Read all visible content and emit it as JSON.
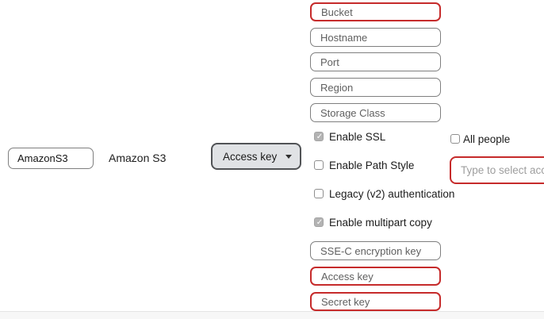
{
  "profile": {
    "id_value": "AmazonS3",
    "name_label": "Amazon S3"
  },
  "auth": {
    "selected": "Access key"
  },
  "connection_fields": {
    "bucket": "Bucket",
    "hostname": "Hostname",
    "port": "Port",
    "region": "Region",
    "storage_class": "Storage Class"
  },
  "options": {
    "enable_ssl": {
      "label": "Enable SSL",
      "checked": true
    },
    "enable_path_style": {
      "label": "Enable Path Style",
      "checked": false
    },
    "legacy_v2_auth": {
      "label": "Legacy (v2) authentication",
      "checked": false
    },
    "enable_multipart_copy": {
      "label": "Enable multipart copy",
      "checked": true
    }
  },
  "credential_fields": {
    "sse_c_key": "SSE-C encryption key",
    "access_key": "Access key",
    "secret_key": "Secret key"
  },
  "permissions": {
    "all_people": {
      "label": "All people",
      "checked": false
    },
    "account_placeholder": "Type to select acco"
  },
  "colors": {
    "invalid_border": "#c62b2b",
    "field_border": "#7f7f7f",
    "select_bg": "#e0e2e5",
    "checked_checkbox": "#b3b3b3"
  }
}
